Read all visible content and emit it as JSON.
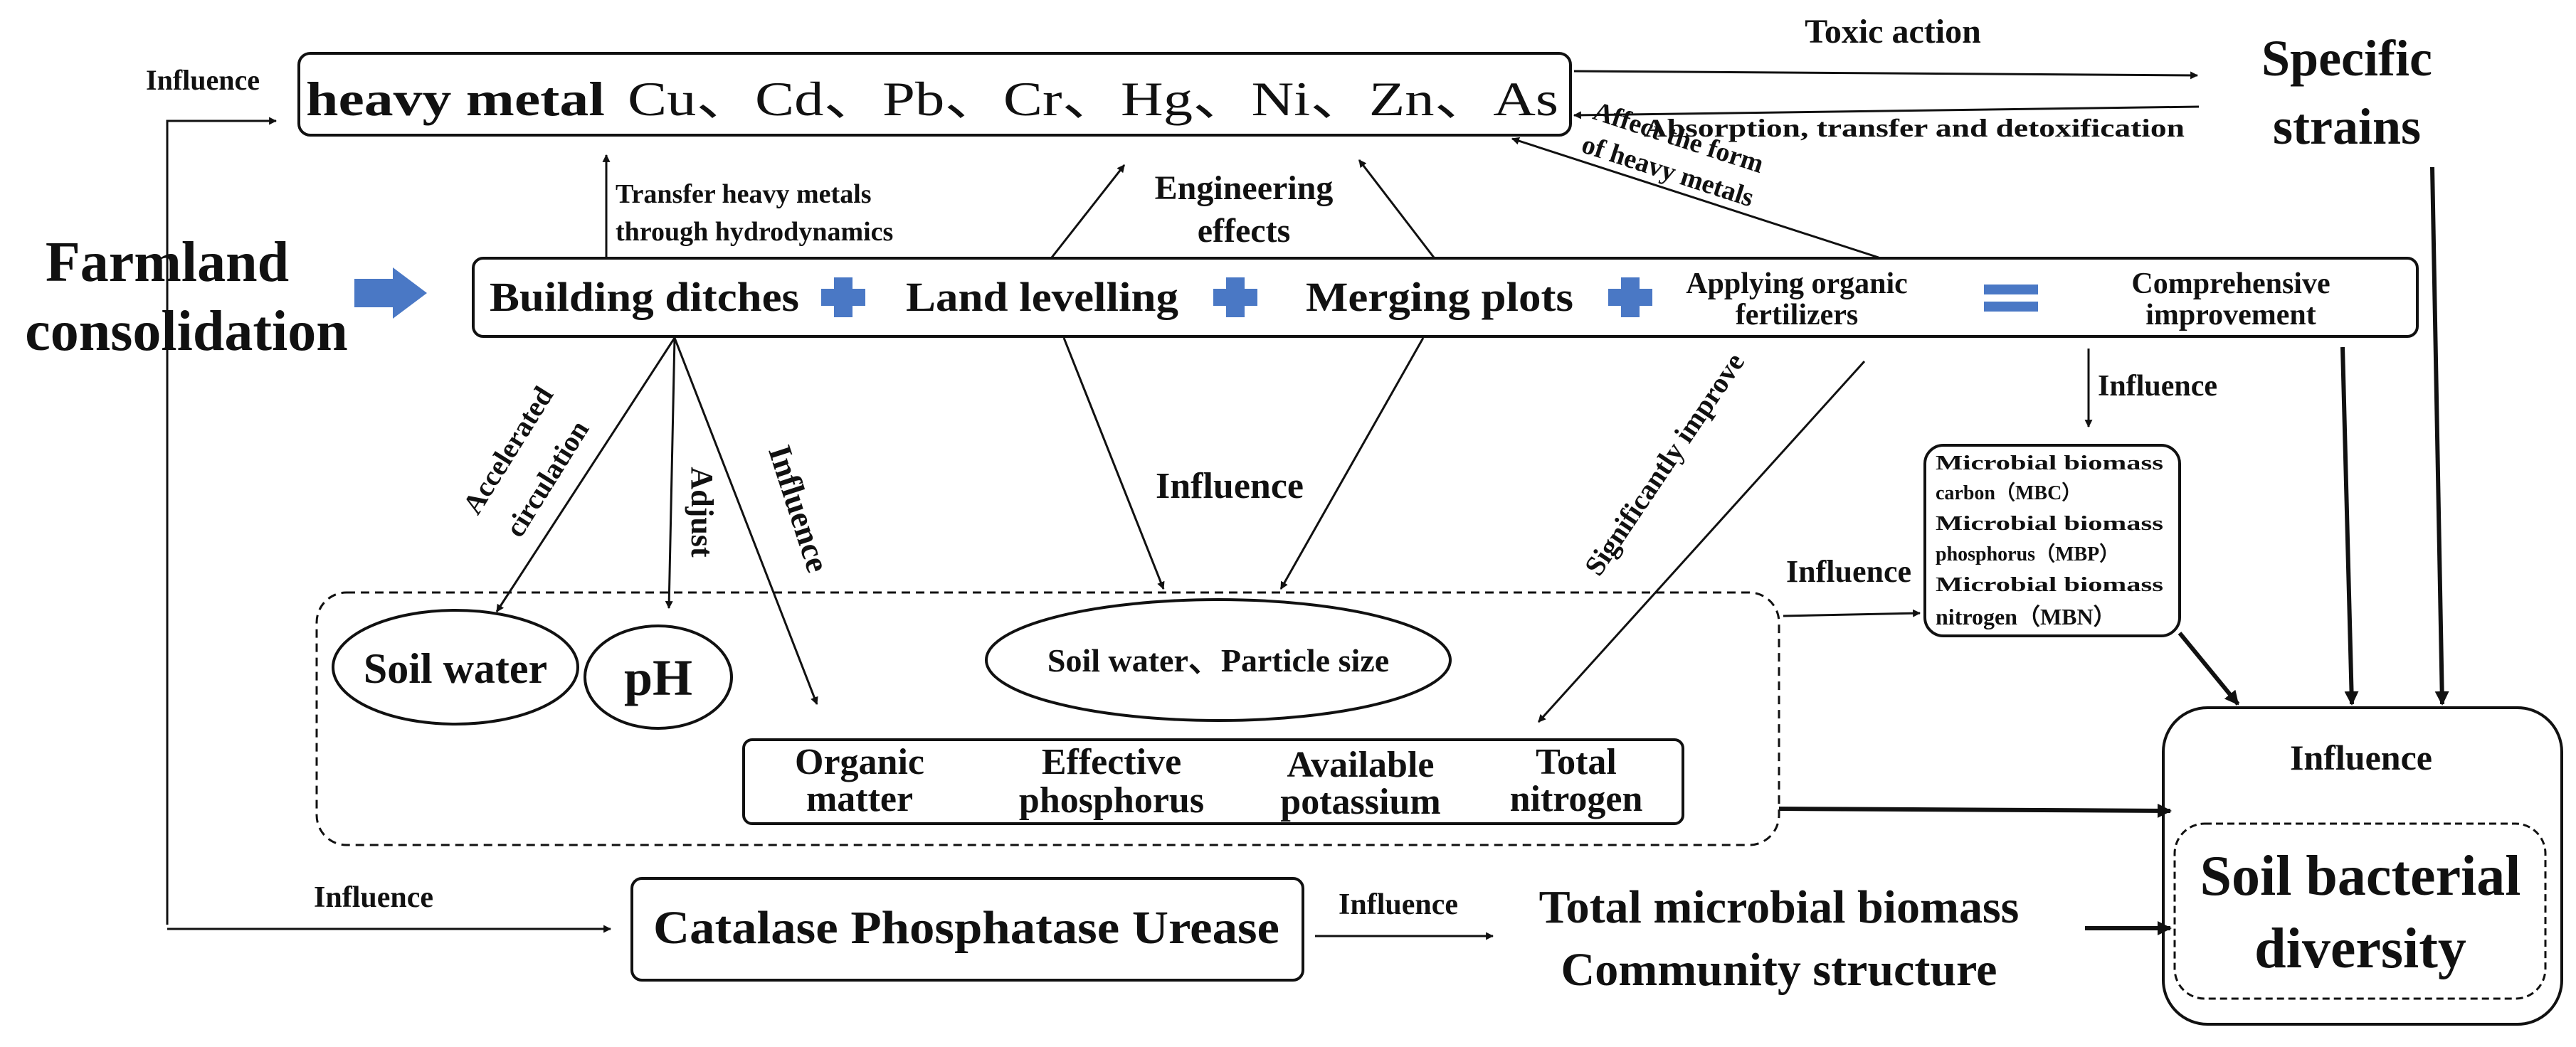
{
  "farmland": {
    "line1": "Farmland",
    "line2": "consolidation"
  },
  "heavy_metal": {
    "label": "heavy metal",
    "elements": "Cu、Cd、Pb、Cr、Hg、Ni、Zn、As"
  },
  "specific_strains": {
    "line1": "Specific",
    "line2": "strains"
  },
  "labels": {
    "toxic_action": "Toxic action",
    "absorption": "Absorption, transfer and detoxification",
    "influence_top_left": "Influence",
    "transfer_line1": "Transfer heavy metals",
    "transfer_line2": "through hydrodynamics",
    "engineering_line1": "Engineering",
    "engineering_line2": "effects",
    "affect_line1": "Affect the form",
    "affect_line2": "of heavy metals",
    "accelerated_line1": "Accelerated",
    "accelerated_line2": "circulation",
    "adjust": "Adjust",
    "influence_rot": "Influence",
    "influence_center": "Influence",
    "significantly": "Significantly improve",
    "influence_mid_right": "Influence",
    "influence_right": "Influence",
    "influence_bottom_left": "Influence",
    "influence_bottom_mid": "Influence",
    "influence_box_title": "Influence"
  },
  "measures": {
    "building": "Building ditches",
    "levelling": "Land levelling",
    "merging": "Merging plots",
    "applying_line1": "Applying organic",
    "applying_line2": "fertilizers",
    "comprehensive_line1": "Comprehensive",
    "comprehensive_line2": "improvement"
  },
  "soil": {
    "soil_water": "Soil water",
    "ph": "pH",
    "soil_water_particle": "Soil water、Particle size",
    "nutrients": [
      {
        "line1": "Organic",
        "line2": "matter"
      },
      {
        "line1": "Effective",
        "line2": "phosphorus"
      },
      {
        "line1": "Available",
        "line2": "potassium"
      },
      {
        "line1": "Total",
        "line2": "nitrogen"
      }
    ]
  },
  "microbial": [
    "Microbial biomass",
    "carbon（MBC）",
    "Microbial biomass",
    "phosphorus（MBP）",
    "Microbial biomass",
    "nitrogen（MBN）"
  ],
  "enzymes": "Catalase Phosphatase Urease",
  "biomass": {
    "line1": "Total microbial biomass",
    "line2": "Community structure"
  },
  "diversity": {
    "line1": "Soil bacterial",
    "line2": "diversity"
  },
  "colors": {
    "accent_blue": "#4a78c5",
    "ink": "#111111"
  },
  "icons": {
    "process_arrow": "block-right-arrow-icon",
    "plus": "plus-icon",
    "equals": "equals-icon"
  }
}
